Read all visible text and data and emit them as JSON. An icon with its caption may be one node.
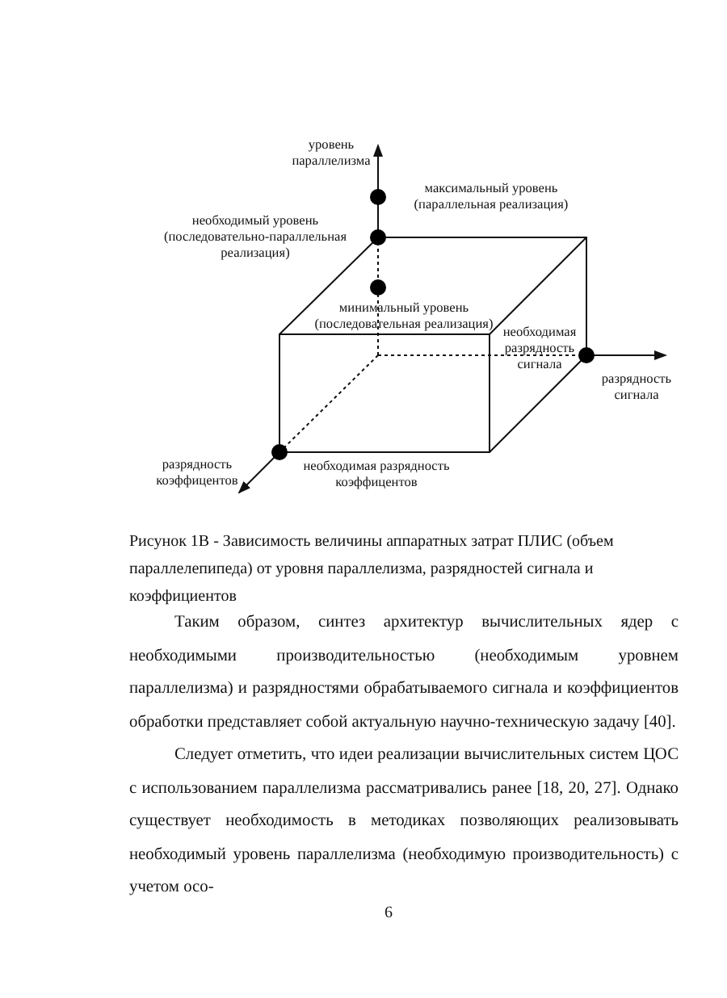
{
  "diagram": {
    "caption": "Рисунок 1В - Зависимость величины аппаратных затрат ПЛИС (объем параллелепипеда) от уровня параллелизма, разрядностей сигнала и коэффициентов",
    "nodes": [
      {
        "text": [],
        "shape": "circle",
        "beside": [
          "максимальный уровень (параллельная реализация)"
        ]
      },
      {
        "text": [],
        "shape": "circle",
        "beside": [
          "необходимый уровень (последовательно-параллельная реализация)"
        ]
      },
      {
        "text": [],
        "shape": "circle",
        "beside": [
          "минимальный уровень (последовательная реализация)"
        ]
      },
      {
        "text": [],
        "shape": "circle",
        "beside": [
          "необходимая разрядность сигнала"
        ]
      },
      {
        "text": [],
        "shape": "circle",
        "beside": [
          "необходимая разрядность коэффицентов"
        ]
      }
    ],
    "labels": [
      "уровень параллелизма",
      "разрядность сигнала",
      "разрядность коэффицентов",
      "Таким образом, синтез архитектур вычислительных ядер с необходимыми производительностью (необходимым уровнем параллелизма) и разрядностями обрабатываемого сигнала и коэффициентов обработки представляет собой актуальную научно-техническую задачу [40].",
      "Следует отметить, что идеи реализации вычислительных систем ЦОС с использованием параллелизма рассматривались ранее [18, 20, 27]. Однако существует необходимость в методиках позволяющих реализовывать необходимый уровень параллелизма (необходимую производительность) с учетом осо-",
      "6"
    ]
  }
}
